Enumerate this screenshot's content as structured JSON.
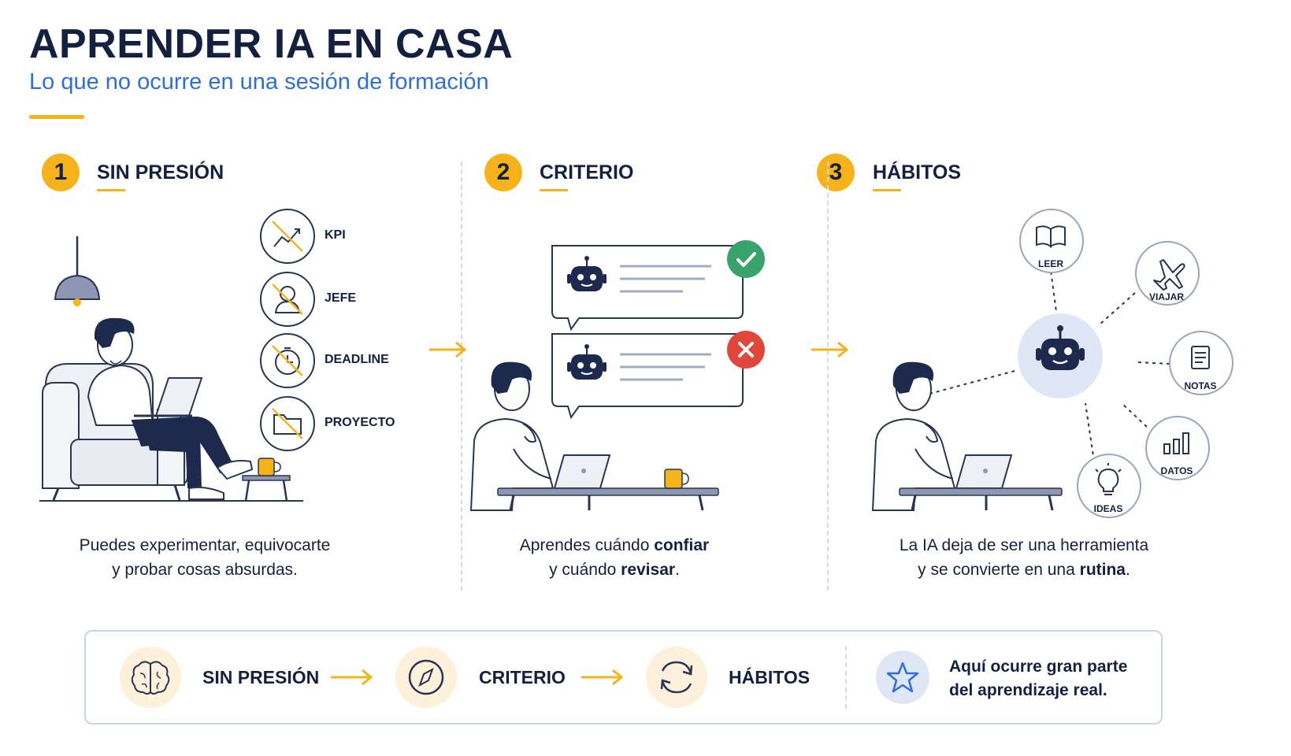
{
  "header": {
    "title": "APRENDER IA EN CASA",
    "subtitle": "Lo que no ocurre en una sesión de formación"
  },
  "sections": [
    {
      "number": "1",
      "title": "SIN PRESIÓN",
      "items": [
        "KPI",
        "JEFE",
        "DEADLINE",
        "PROYECTO"
      ],
      "caption_line1": "Puedes experimentar, equivocarte",
      "caption_line2": "y probar cosas absurdas."
    },
    {
      "number": "2",
      "title": "CRITERIO",
      "caption_line1_pre": "Aprendes cuándo ",
      "caption_line1_bold": "confiar",
      "caption_line2_pre": "y cuándo ",
      "caption_line2_bold": "revisar",
      "caption_line2_post": "."
    },
    {
      "number": "3",
      "title": "HÁBITOS",
      "satellites": [
        "LEER",
        "VIAJAR",
        "NOTAS",
        "DATOS",
        "IDEAS"
      ],
      "caption_line1": "La IA deja de ser una herramienta",
      "caption_line2_pre": "y se convierte en una ",
      "caption_line2_bold": "rutina",
      "caption_line2_post": "."
    }
  ],
  "summary": {
    "step1": "SIN PRESIÓN",
    "step2": "CRITERIO",
    "step3": "HÁBITOS",
    "note_line1": "Aquí ocurre gran parte",
    "note_line2": "del aprendizaje real."
  },
  "colors": {
    "accent": "#f5b21b",
    "navy": "#14203f",
    "blue": "#2f6fd6",
    "ok": "#3aa36b",
    "error": "#e0473a"
  },
  "icons": [
    "lamp-icon",
    "kpi-chart-icon",
    "boss-icon",
    "clock-icon",
    "folder-icon",
    "robot-icon",
    "check-icon",
    "cross-icon",
    "book-icon",
    "plane-icon",
    "notes-icon",
    "bar-chart-icon",
    "bulb-icon",
    "brain-icon",
    "compass-icon",
    "refresh-icon",
    "star-icon"
  ]
}
